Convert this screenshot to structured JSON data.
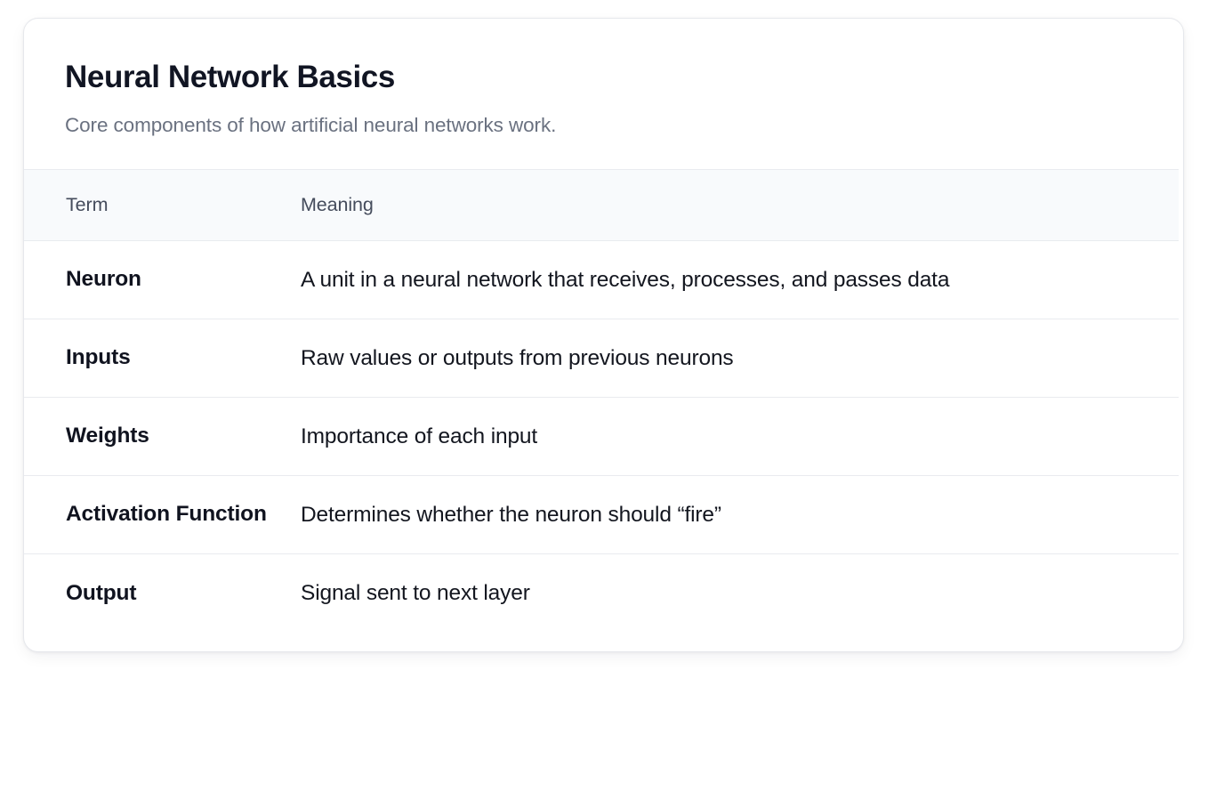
{
  "card": {
    "title": "Neural Network Basics",
    "subtitle": "Core components of how artificial neural networks work."
  },
  "table": {
    "columns": [
      {
        "key": "term",
        "label": "Term"
      },
      {
        "key": "meaning",
        "label": "Meaning"
      }
    ],
    "rows": [
      {
        "term": "Neuron",
        "meaning": "A unit in a neural network that receives, processes, and passes data"
      },
      {
        "term": "Inputs",
        "meaning": "Raw values or outputs from previous neurons"
      },
      {
        "term": "Weights",
        "meaning": "Importance of each input"
      },
      {
        "term": "Activation Function",
        "meaning": "Determines whether the neuron should “fire”"
      },
      {
        "term": "Output",
        "meaning": "Signal sent to next layer"
      }
    ]
  },
  "colors": {
    "page_background": "#ffffff",
    "card_background": "#ffffff",
    "card_border": "#e6e8ec",
    "header_row_background": "#f8fafc",
    "row_divider": "#e9ebef",
    "title_text": "#111523",
    "subtitle_text": "#6a7180",
    "header_text": "#454c5c",
    "term_text": "#10131f",
    "meaning_text": "#13161f"
  }
}
